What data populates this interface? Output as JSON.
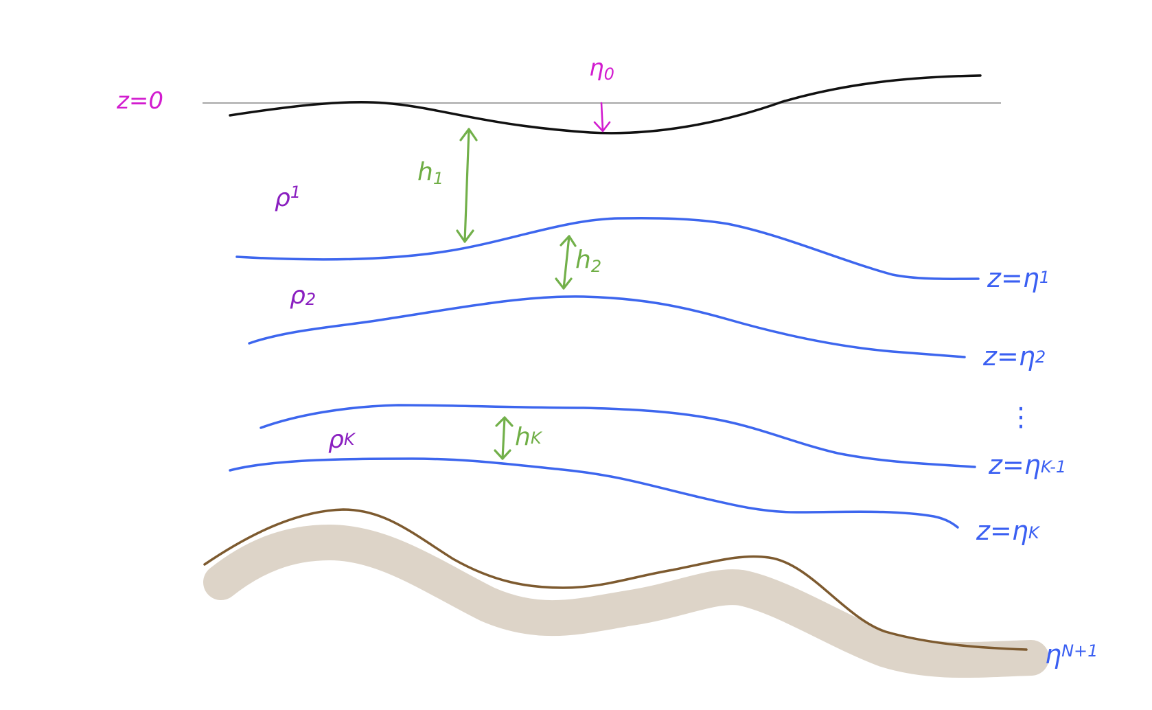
{
  "labels": {
    "surface_ref": "z=0",
    "eta0": "η",
    "eta0_sub": "0",
    "rho1": "ρ",
    "rho1_sub": "1",
    "rho2": "ρ",
    "rho2_sub": "2",
    "rhok": "ρ",
    "rhok_sub": "K",
    "h1": "h",
    "h1_sub": "1",
    "h2": "h",
    "h2_sub": "2",
    "hk": "h",
    "hk_sub": "K",
    "z_eta1": "z=η",
    "z_eta1_sub": "1",
    "z_eta2": "z=η",
    "z_eta2_sub": "2",
    "dots": "⋮",
    "z_etak1": "z=η",
    "z_etak1_sub": "K-1",
    "z_etak": "z=η",
    "z_etak_sub": "K",
    "eta_bottom": "η",
    "eta_bottom_sub": "N+1"
  },
  "colors": {
    "magenta": "#d21ccf",
    "purple": "#8a1fc0",
    "green": "#72b04a",
    "blue": "#3d66ee",
    "black": "#111111",
    "bottom": "#7d5a2f",
    "bottom_band": "#ddd4c8"
  }
}
